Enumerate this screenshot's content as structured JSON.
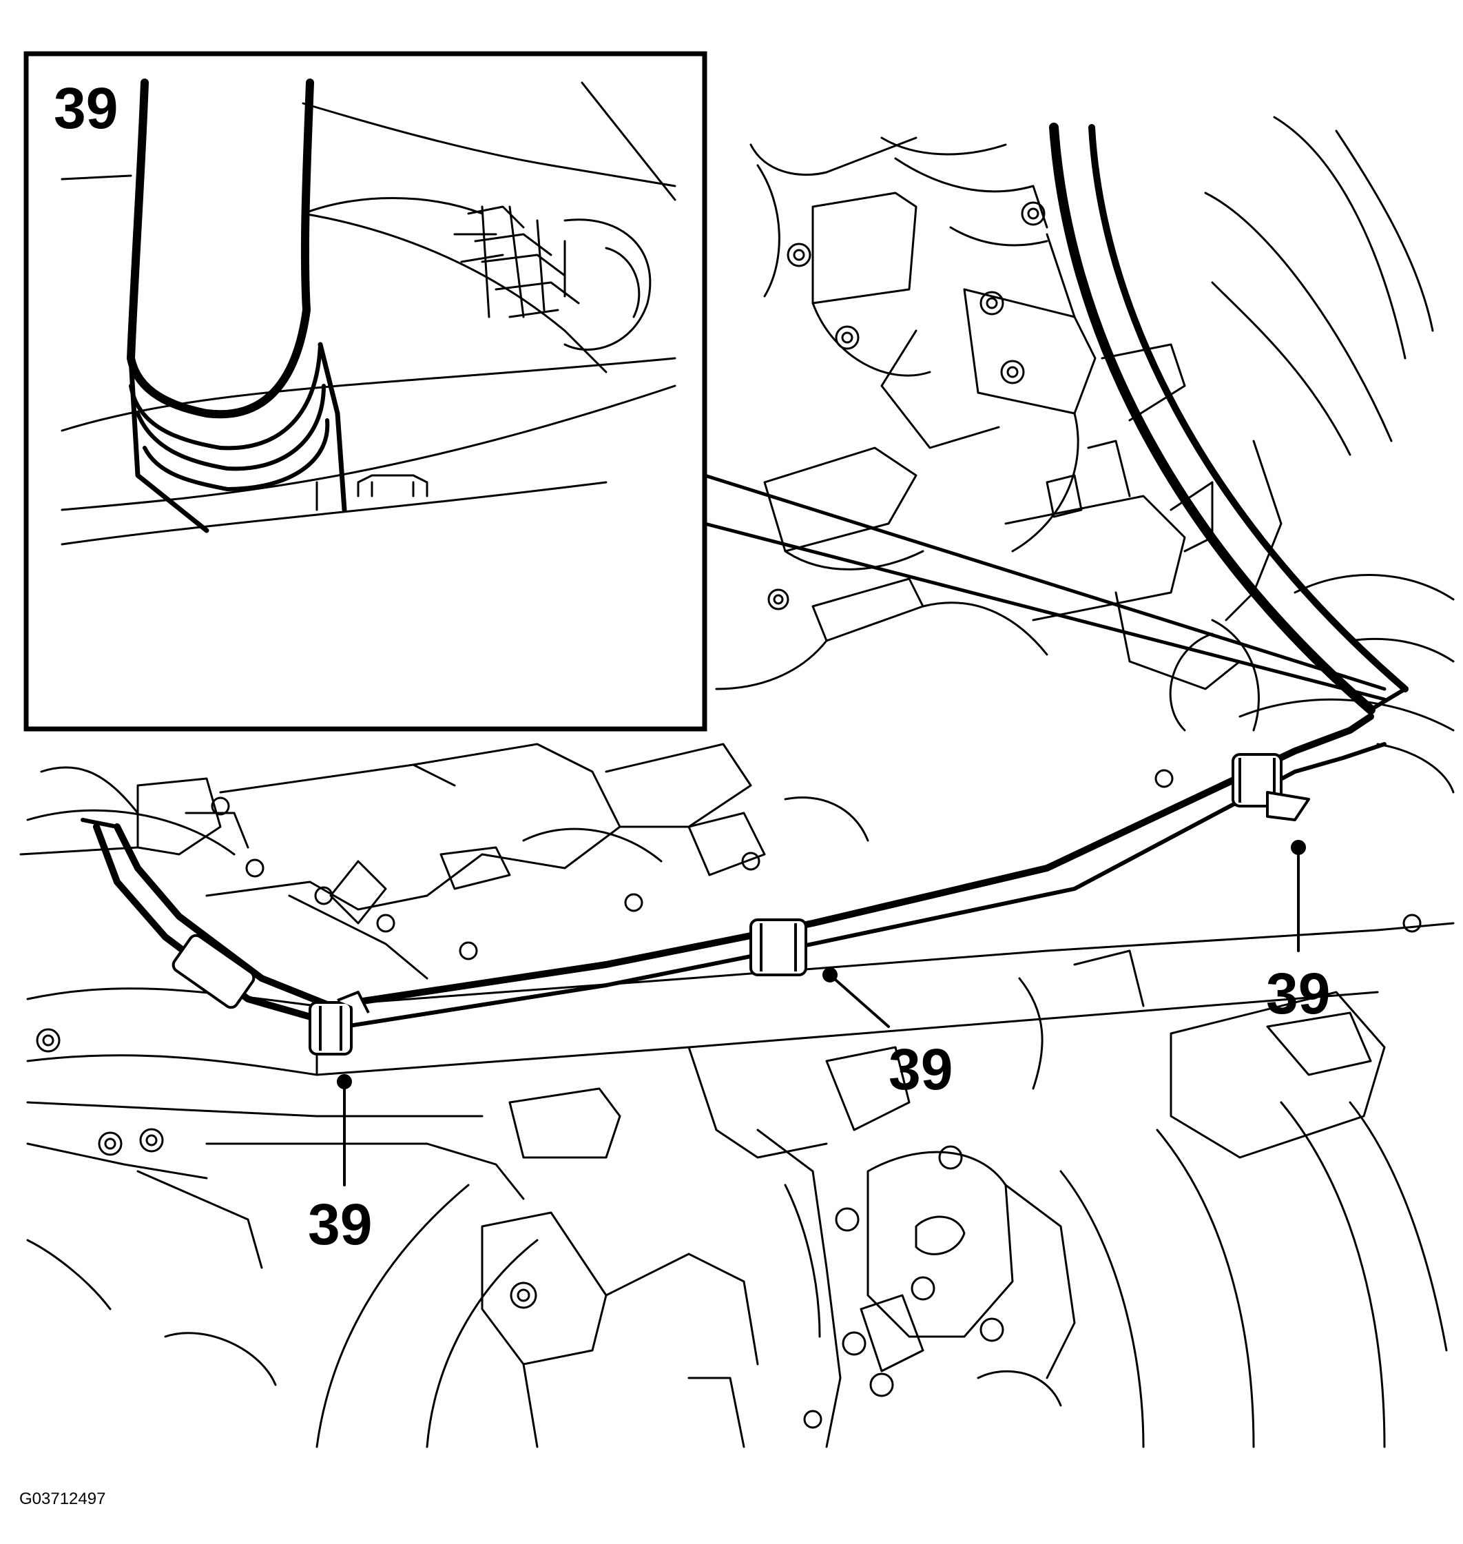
{
  "inset": {
    "callout": "39"
  },
  "callouts": [
    "39",
    "39",
    "39"
  ],
  "figure_id": "G03712497",
  "colors": {
    "line": "#000000",
    "background": "#ffffff"
  }
}
